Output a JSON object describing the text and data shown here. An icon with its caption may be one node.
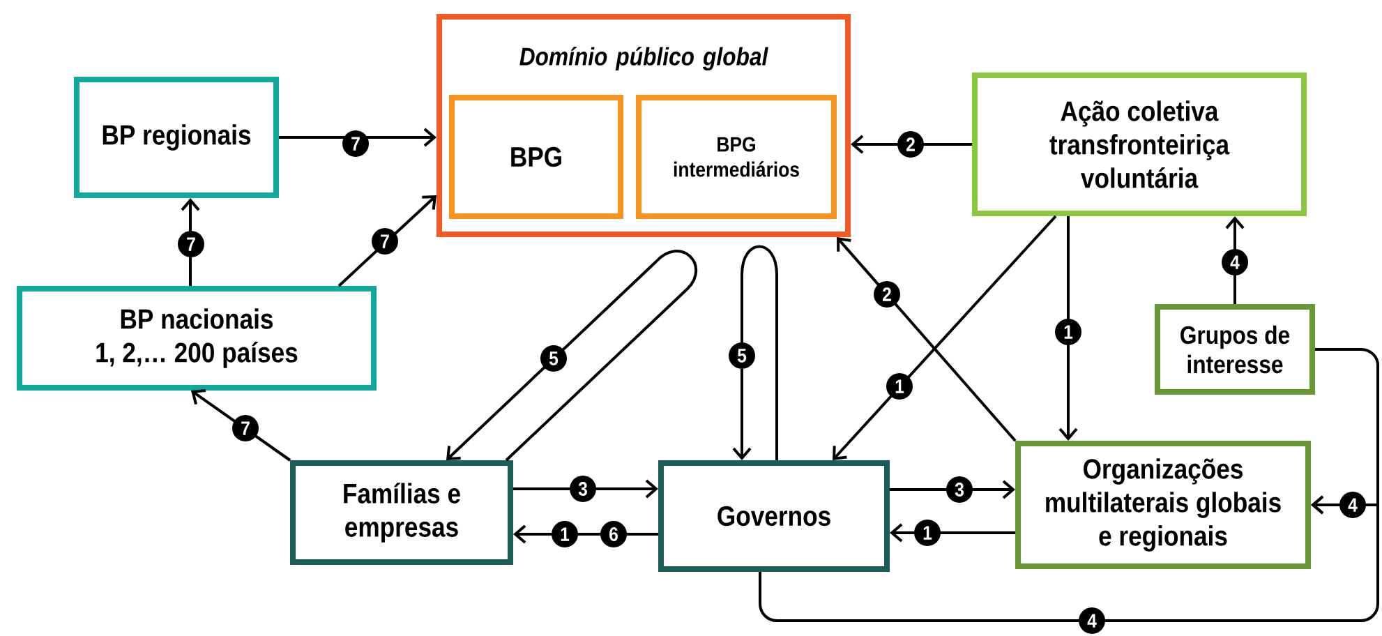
{
  "diagram": {
    "nodes": [
      {
        "text": [
          "Domínio público global"
        ]
      },
      {
        "text": [
          "BPG"
        ],
        "in": 0
      },
      {
        "text": [
          "BPG intermediários"
        ],
        "in": 0
      },
      {
        "text": [
          "BP regionais"
        ]
      },
      {
        "text": [
          "BP nacionais",
          "1, 2,… 200 países"
        ]
      },
      {
        "text": [
          "Ação coletiva transfronteiriça voluntária"
        ]
      },
      {
        "text": [
          "Grupos de interesse"
        ]
      },
      {
        "text": [
          "Famílias e empresas"
        ]
      },
      {
        "text": [
          "Governos"
        ]
      },
      {
        "text": [
          "Organizações multilaterais globais e regionais"
        ]
      }
    ],
    "edges": [
      {
        "from": 3,
        "to": 0,
        "arrow": "to",
        "label": "7"
      },
      {
        "from": 4,
        "to": 3,
        "arrow": "to",
        "label": "7"
      },
      {
        "from": 4,
        "to": 0,
        "arrow": "to",
        "label": "7"
      },
      {
        "from": 5,
        "to": 0,
        "arrow": "to",
        "label": "2"
      },
      {
        "from": 6,
        "to": 5,
        "arrow": "to",
        "label": "4"
      },
      {
        "from": 7,
        "to": 7,
        "arrow": "to",
        "label": "5"
      },
      {
        "from": 8,
        "to": 8,
        "arrow": "to",
        "label": "5"
      },
      {
        "from": 7,
        "to": 4,
        "arrow": "to",
        "label": "7"
      },
      {
        "from": 7,
        "to": 8,
        "arrow": "to",
        "label": "3"
      },
      {
        "from": 8,
        "to": 7,
        "arrow": "to",
        "label": "1"
      },
      {
        "from": 8,
        "to": 9,
        "arrow": "to",
        "label": "3"
      },
      {
        "from": 9,
        "to": 8,
        "arrow": "to",
        "label": "1"
      },
      {
        "from": 5,
        "to": 8,
        "arrow": "to",
        "label": "1"
      },
      {
        "from": 5,
        "to": 9,
        "arrow": "to",
        "label": "1"
      },
      {
        "from": 9,
        "to": 0,
        "arrow": "to",
        "label": "2"
      },
      {
        "from": 6,
        "to": 9,
        "arrow": "to",
        "label": "4"
      },
      {
        "from": 8,
        "to": 9,
        "arrow": "to",
        "label": "4"
      }
    ],
    "labels": [
      "6"
    ]
  }
}
